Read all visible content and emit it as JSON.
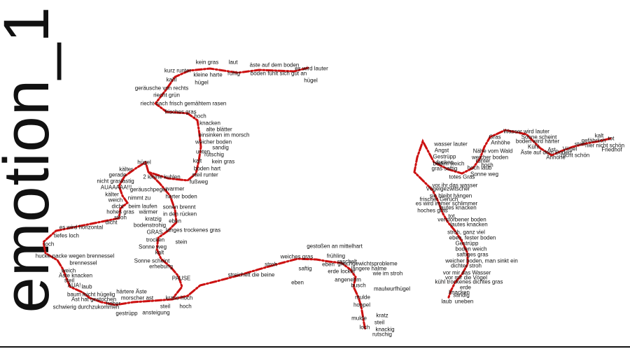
{
  "title": "emotion_1",
  "colors": {
    "path": "#cc1111",
    "text": "#111111",
    "background": "#ffffff"
  },
  "labels": [
    "kein gras",
    "laut",
    "äste auf dem boden",
    "es wird lauter",
    "kurz runter",
    "kleine harte",
    "ruhig",
    "boden fühlt sich gut an",
    "hügel",
    "kahl",
    "hügel",
    "geräusche von rechts",
    "riecht grün",
    "riecht nach frisch gemähtem rasen",
    "frisches gras",
    "hoch",
    "knacken",
    "alte blätter",
    "einsinken im morsch",
    "weicher boden",
    "sandig",
    "unten",
    "rutschig",
    "kalt",
    "kein gras",
    "hügel",
    "boden hart",
    "kälter",
    "steil runter",
    "gerade",
    "2 kleine kuhlen",
    "fußweg",
    "nicht graslastig",
    "AUAAAAA!!!",
    "geräuschpegel",
    "warmer",
    "kälter",
    "nimmt zu",
    "harter boden",
    "weich",
    "beim laufen",
    "dicht",
    "wärmer",
    "sonen brennt",
    "hohes gras",
    "in den rücken",
    "stroh",
    "dicht",
    "kratzig",
    "eben",
    "bodenstrohig",
    "es wird horizontal",
    "langes trockenes gras",
    "tiefes loch",
    "GRAS",
    "loch",
    "trocken",
    "stein",
    "Sonne weg",
    "kalt",
    "hucke-packe wegen brennessel",
    "brennessel",
    "Sonne scheint",
    "erhebung",
    "weich",
    "Äste knacken",
    "PAUSE",
    "steil",
    "AUA!",
    "laub",
    "baum",
    "leicht hügelig",
    "härtere Äste",
    "Ast hat gestochen",
    "morscher ast",
    "krass hoch",
    "hoher",
    "schwierig durchzukommen",
    "steil",
    "gestrüpp",
    "ansteigung",
    "hoch",
    "gestoßen an mittelhart",
    "weiches gras",
    "frühling",
    "raschelt",
    "stroh",
    "eben",
    "gleichgewichtsprobleme",
    "saftig",
    "längere halme",
    "streichelt die beine",
    "erde locker",
    "wie im stroh",
    "eben",
    "angenehm",
    "busch",
    "maulwurfhügel",
    "mulde",
    "hoppel",
    "kratz",
    "mulde",
    "steil",
    "loch",
    "knackig",
    "rutschig",
    "Wasser wird lauter",
    "Sonne scheint",
    "Gras",
    "Anhöhe",
    "boden wird härter",
    "kalt",
    "tot",
    "Kühl",
    "gefährlich",
    "steil",
    "hier nicht schön",
    "wasser lauter",
    "Vögel",
    "Friedhof",
    "Angst",
    "Nähe vom Wald",
    "Äste auf dem Boden",
    "Ast",
    "Anhöhe",
    "nicht schön",
    "Gestrüpp",
    "weicher boden",
    "ducken",
    "runter",
    "boden weich",
    "hoch",
    "gras saftig",
    "hoch laub",
    "Sonne weg",
    "totes Gras",
    "vor ihr das wasser",
    "Vögelgezwitscher",
    "sie bleibt hängen",
    "frischer Geruch",
    "es wird immer schlimmer",
    "lautes knacken",
    "hoches gras",
    "tot",
    "verstorbener boden",
    "lautes knacken",
    "stroh, ganz viel",
    "eben, fester boden",
    "Gestrüpp",
    "boden weich",
    "saftiges gras",
    "weicher boden, man sinkt ein",
    "dichter stroh",
    "vor mir das Wasser",
    "vor mir die Vögel",
    "kühl trockenes dichtes gras",
    "erde",
    "knacken",
    "sandig",
    "laub",
    "uneben"
  ]
}
